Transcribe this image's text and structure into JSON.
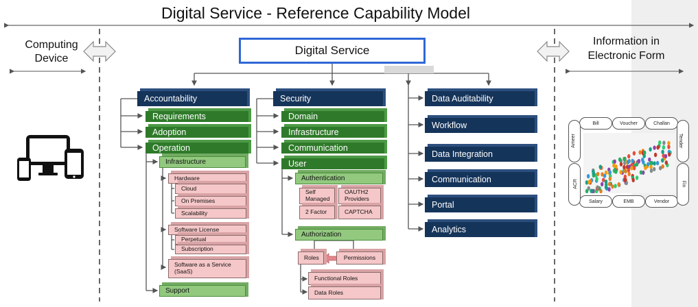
{
  "title": "Digital Service - Reference Capability Model",
  "left_label": "Computing Device",
  "right_label": "Information in Electronic Form",
  "root": "Digital Service",
  "col1": {
    "header": "Accountability",
    "items": [
      "Requirements",
      "Adoption",
      "Operation"
    ],
    "infrastructure": "Infrastructure",
    "hardware": "Hardware",
    "hardware_items": [
      "Cloud",
      "On Premises",
      "Scalability"
    ],
    "software_license": "Software License",
    "license_items": [
      "Perpetual",
      "Subscription"
    ],
    "saas": "Software as a Service (SaaS)",
    "support": "Support"
  },
  "col2": {
    "header": "Security",
    "items": [
      "Domain",
      "Infrastructure",
      "Communication",
      "User"
    ],
    "authentication": "Authentication",
    "auth_items": [
      "Self Managed",
      "OAUTH2 Providers",
      "2 Factor",
      "CAPTCHA"
    ],
    "authorization": "Authorization",
    "roles": "Roles",
    "permissions": "Permissions",
    "role_items": [
      "Functional Roles",
      "Data Roles"
    ]
  },
  "col3": {
    "items": [
      "Data Auditability",
      "Workflow",
      "Data Integration",
      "Communication",
      "Portal",
      "Analytics"
    ]
  },
  "docs": {
    "top": [
      "Bill",
      "Voucher",
      "Challan"
    ],
    "bottom": [
      "Salary",
      "EMB",
      "Vendor"
    ],
    "left": [
      "Ameer",
      "ACR"
    ],
    "right": [
      "Tender",
      "Fin"
    ]
  },
  "colors": {
    "navy": "#15345a",
    "dark_green": "#2f7a2a",
    "light_green": "#92c97f",
    "pink": "#f5c7c8",
    "root_border": "#2f67d6"
  }
}
